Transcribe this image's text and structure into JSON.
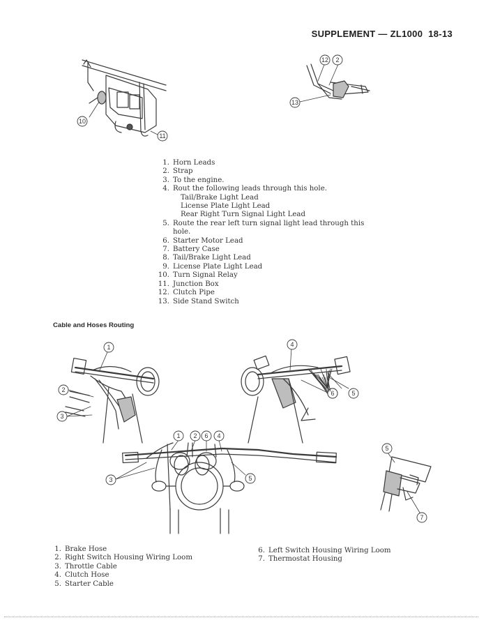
{
  "header": {
    "title": "SUPPLEMENT — ZL1000",
    "page": "18-13"
  },
  "top_figure_callouts": {
    "c10": "10",
    "c11": "11",
    "c12": "12",
    "c2": "2",
    "c13": "13"
  },
  "top_legend": [
    {
      "num": "1.",
      "text": "Horn Leads"
    },
    {
      "num": "2.",
      "text": "Strap"
    },
    {
      "num": "3.",
      "text": "To the engine."
    },
    {
      "num": "4.",
      "text": "Rout the following leads through this hole."
    },
    {
      "sub": "Tail/Brake Light Lead"
    },
    {
      "sub": "License Plate Light Lead"
    },
    {
      "sub": "Rear Right Turn Signal Light Lead"
    },
    {
      "num": "5.",
      "text": "Route the rear left turn signal light lead through this"
    },
    {
      "cont": "hole."
    },
    {
      "num": "6.",
      "text": "Starter Motor Lead"
    },
    {
      "num": "7.",
      "text": "Battery Case"
    },
    {
      "num": "8.",
      "text": "Tail/Brake Light Lead"
    },
    {
      "num": "9.",
      "text": "License Plate Light Lead"
    },
    {
      "num": "10.",
      "text": "Turn Signal Relay"
    },
    {
      "num": "11.",
      "text": "Junction Box"
    },
    {
      "num": "12.",
      "text": "Clutch Pipe"
    },
    {
      "num": "13.",
      "text": "Side Stand Switch"
    }
  ],
  "section_title": "Cable and Hoses Routing",
  "cable_figure_callouts": {
    "c1": "1",
    "c2": "2",
    "c3": "3",
    "c4": "4",
    "c5": "5",
    "c6": "6",
    "c7": "7"
  },
  "bottom_legend_left": [
    {
      "num": "1.",
      "text": "Brake Hose"
    },
    {
      "num": "2.",
      "text": "Right Switch Housing Wiring Loom"
    },
    {
      "num": "3.",
      "text": "Throttle Cable"
    },
    {
      "num": "4.",
      "text": "Clutch Hose"
    },
    {
      "num": "5.",
      "text": "Starter Cable"
    }
  ],
  "bottom_legend_right": [
    {
      "num": "6.",
      "text": "Left Switch Housing Wiring Loom"
    },
    {
      "num": "7.",
      "text": "Thermostat Housing"
    }
  ]
}
